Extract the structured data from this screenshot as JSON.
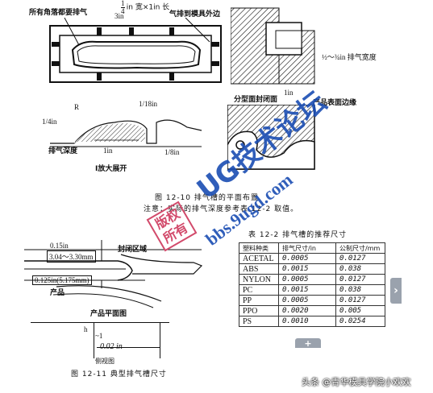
{
  "fig1": {
    "top_left_note": "所有角落都要排气",
    "vent_size_num": "1",
    "vent_size_den": "4",
    "vent_size_rest": "in 宽×1in 长",
    "vent_to_edge": "气排到模具外边",
    "dim_3in": "3in",
    "vent_depth_label": "½～¾in 排气宽度",
    "parting_line": "分型面封闭面",
    "dim_1in": "1in",
    "product_edge": "产品表面边缘",
    "r_label": "R",
    "dim_1_18": "1/18in",
    "dim_1_4": "1/4in",
    "vent_depth": "排气深度",
    "dim_1in_b": "1in",
    "dim_1_8": "1/8in",
    "enlarged": "I放大展开"
  },
  "fig1_caption": "图 12-10 排气槽的平面布置",
  "fig1_note": "注意：实际的排气深度参考表 12-2 取值。",
  "fig2": {
    "dim_015": "0.15in",
    "dim_304": "3.04～3.30mm",
    "seal_zone": "封闭区域",
    "dim_0125": "0.125in(5.175mm)",
    "product": "产品",
    "plan_view": "产品平面图",
    "h_label": "h",
    "tilde1": "~1",
    "dim_002": "0.02 in",
    "side_view": "侧视图"
  },
  "fig2_caption": "图 12-11 典型排气槽尺寸",
  "table_title": "表 12-2 排气槽的推荐尺寸",
  "table": {
    "headers": [
      "塑料种类",
      "排气尺寸/in",
      "公制尺寸/mm"
    ],
    "rows": [
      [
        "ACETAL",
        "0.0005",
        "0.0127"
      ],
      [
        "ABS",
        "0.0015",
        "0.038"
      ],
      [
        "NYLON",
        "0.0005",
        "0.0127"
      ],
      [
        "PC",
        "0.0015",
        "0.038"
      ],
      [
        "PP",
        "0.0005",
        "0.0127"
      ],
      [
        "PPO",
        "0.0020",
        "0.005"
      ],
      [
        "PS",
        "0.0010",
        "0.0254"
      ]
    ]
  },
  "watermarks": {
    "forum": "UG技术论坛",
    "url": "bbs.9ugd.com",
    "stamp": "版权所有"
  },
  "credit": "头条 @青华模具学院小欢欢",
  "controls": {
    "plus": "+",
    "right_arrow": "›"
  },
  "colors": {
    "watermark": "#1a4db3",
    "stamp": "#d24a6b",
    "ink": "#111111"
  }
}
